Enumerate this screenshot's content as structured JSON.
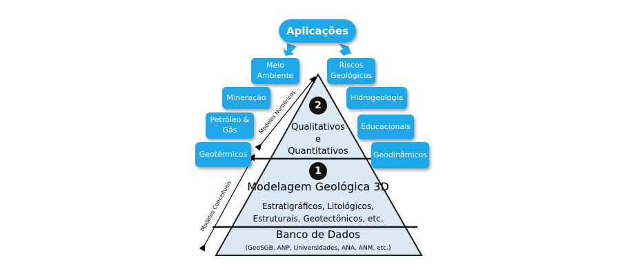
{
  "header": {
    "label": "Aplicações"
  },
  "left_boxes": [
    "Meio\nAmbiente",
    "Mineração",
    "Petróleo &\nGás",
    "Geotérmicos"
  ],
  "right_boxes": [
    "Riscos\nGeológicos",
    "Hidrogeologia",
    "Educacionais",
    "Geodinâmicos"
  ],
  "pyramid": {
    "top": {
      "badge": "2",
      "lines": [
        "Qualitativos",
        "e",
        "Quantitativos"
      ]
    },
    "middle": {
      "badge": "1",
      "title": "Modelagem Geológica 3D",
      "lines": [
        "Estratigráficos, Litológicos,",
        "Estruturais, Geotectônicos, etc."
      ]
    },
    "base": {
      "title": "Banco de Dados",
      "subtitle": "(GeoSGB, ANP, Universidades, ANA, ANM, etc.)"
    }
  },
  "axes": {
    "upper": "Modelos Numéricos",
    "lower": "Modelos Conceituais"
  },
  "colors": {
    "box": "#1ea8e8",
    "pyramid_fill": "#dbe9f4",
    "pyramid_stroke": "#1a1a1a"
  }
}
